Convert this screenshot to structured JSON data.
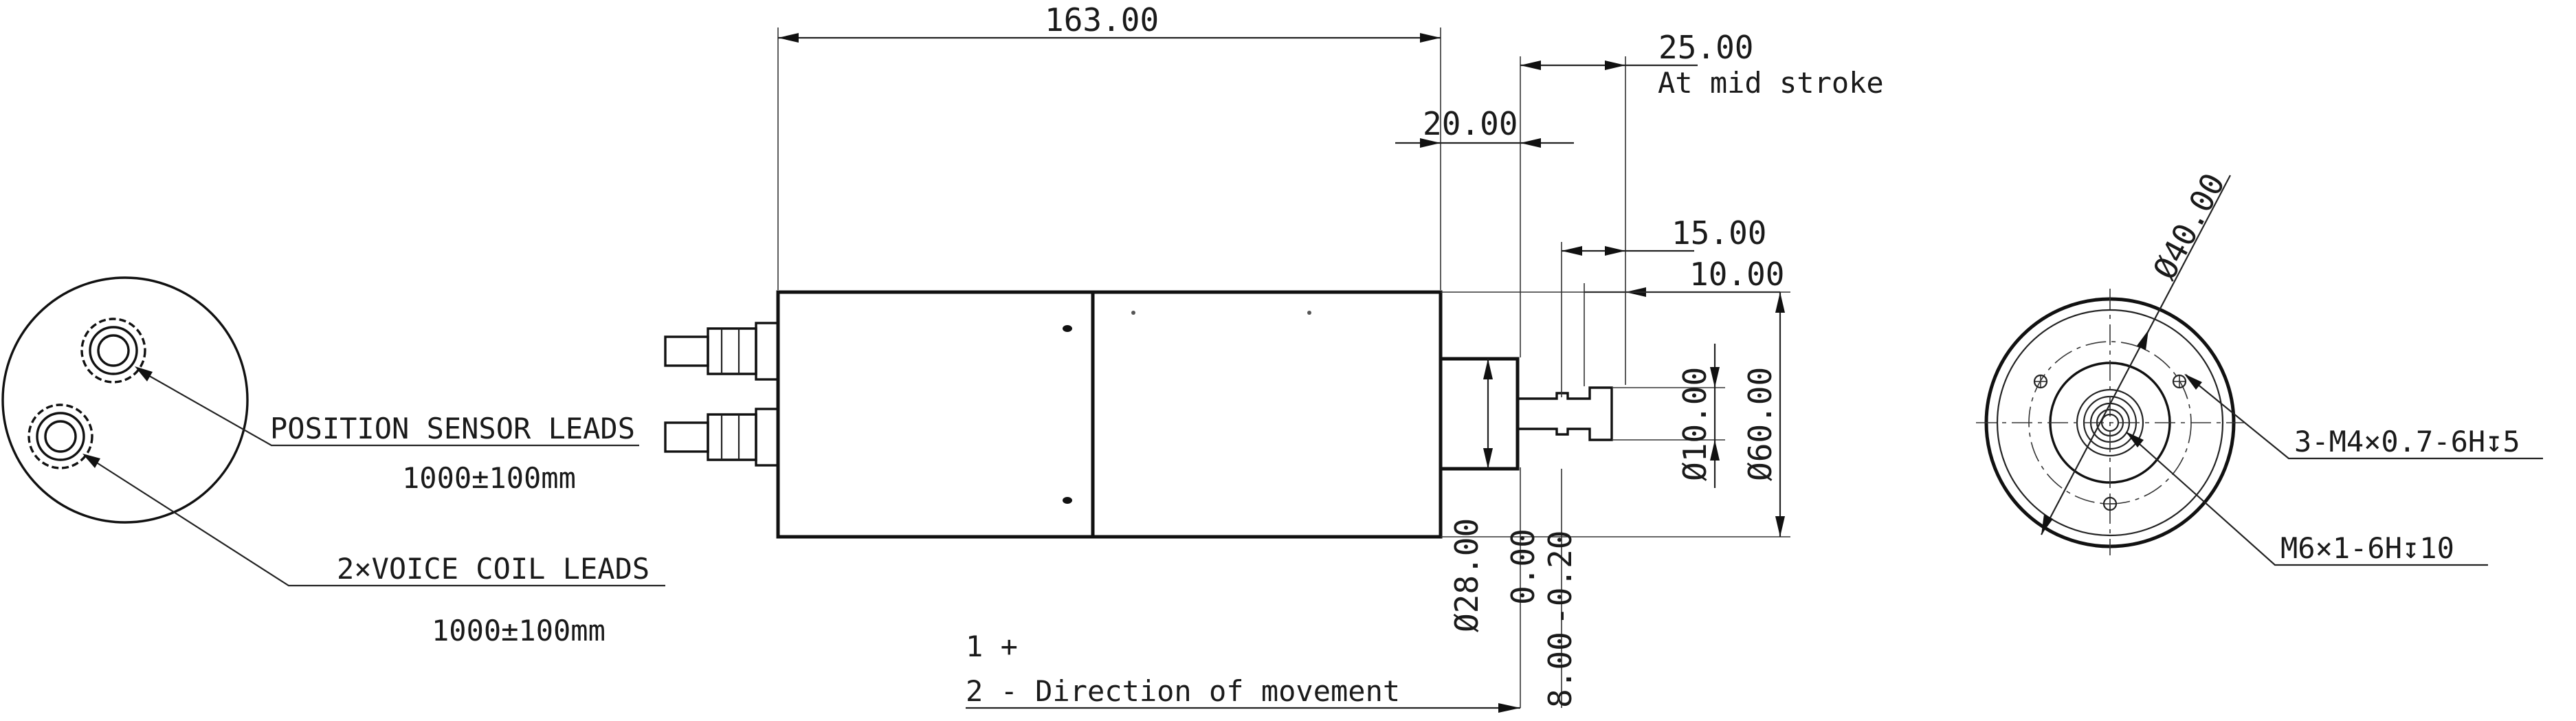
{
  "dimensions": {
    "overall_length": "163.00",
    "stroke": "25.00",
    "stroke_note": "At mid stroke",
    "flange_offset": "20.00",
    "shaft_length": "15.00",
    "shaft_end": "10.00",
    "shaft_dia": "Ø10.00",
    "body_dia": "Ø60.00",
    "flange_dia": "Ø28.00",
    "tol_upper": "0.00",
    "tol_lower": "-0.20",
    "neck_length": "8.00",
    "bolt_circle": "Ø40.00"
  },
  "leads": {
    "position_sensor": "POSITION SENSOR LEADS",
    "position_sensor_len": "1000±100mm",
    "voice_coil": "2×VOICE COIL LEADS",
    "voice_coil_len": "1000±100mm"
  },
  "movement": {
    "line1": "1 +",
    "line2": "2 -  Direction of movement"
  },
  "holes": {
    "mount_holes": "3-M4×0.7-6H↧5",
    "center_hole": "M6×1-6H↧10"
  }
}
